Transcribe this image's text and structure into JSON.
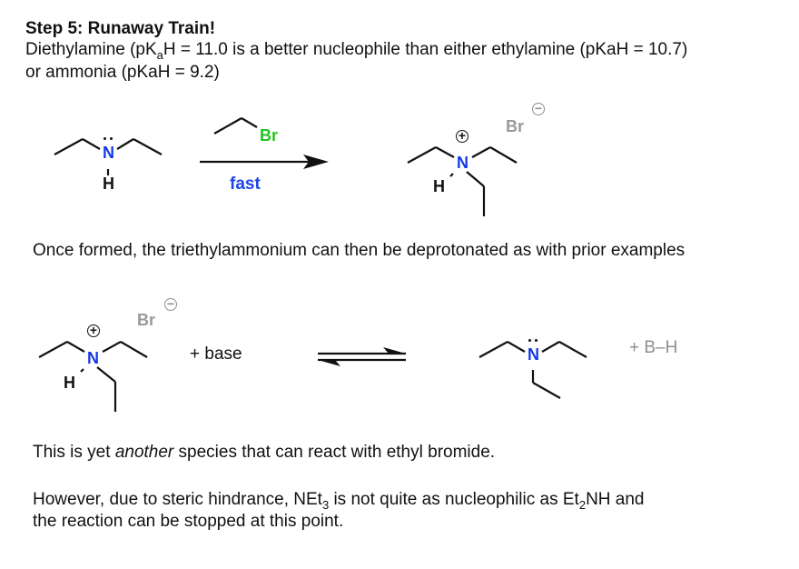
{
  "heading": "Step 5: Runaway Train!",
  "intro": {
    "line1_part1": "Diethylamine (pK",
    "line1_sub": "a",
    "line1_part2": "H = 11.0 is a better nucleophile than either ethylamine (pKaH = 10.7)",
    "line2": "or ammonia (pKaH = 9.2)"
  },
  "reaction1": {
    "reactant": {
      "name": "diethylamine",
      "n_label": "N",
      "h_label": "H"
    },
    "reagent": {
      "name": "ethyl bromide",
      "br_label": "Br"
    },
    "arrow_label": "fast",
    "product": {
      "name": "triethylammonium bromide",
      "n_label": "N",
      "h_label": "H",
      "br_label": "Br",
      "cation_charge": "+",
      "anion_charge": "−"
    }
  },
  "middle_text": "Once formed, the triethylammonium can then be deprotonated as with prior examples",
  "reaction2": {
    "reactant": {
      "n_label": "N",
      "h_label": "H",
      "br_label": "Br",
      "cation_charge": "+",
      "anion_charge": "−"
    },
    "plus_base": "+ base",
    "arrow_type": "equilibrium",
    "product": {
      "name": "triethylamine",
      "n_label": "N"
    },
    "byproduct": "+ B–H"
  },
  "footer": {
    "p1_part1": "This is yet ",
    "p1_italic": "another",
    "p1_part2": " species that can react with ethyl bromide.",
    "p2_part1": "However, due to steric hindrance, NEt",
    "p2_sub1": "3",
    "p2_part2": " is not quite as nucleophilic as Et",
    "p2_sub2": "2",
    "p2_part3": "NH and",
    "p2_line2": "the reaction can be stopped at this point."
  },
  "colors": {
    "nitrogen": "#1438e6",
    "bromine_reagent": "#23c41e",
    "bromide_ion": "#999999",
    "fast_label": "#1f45e8",
    "byproduct": "#8e8e8e"
  }
}
